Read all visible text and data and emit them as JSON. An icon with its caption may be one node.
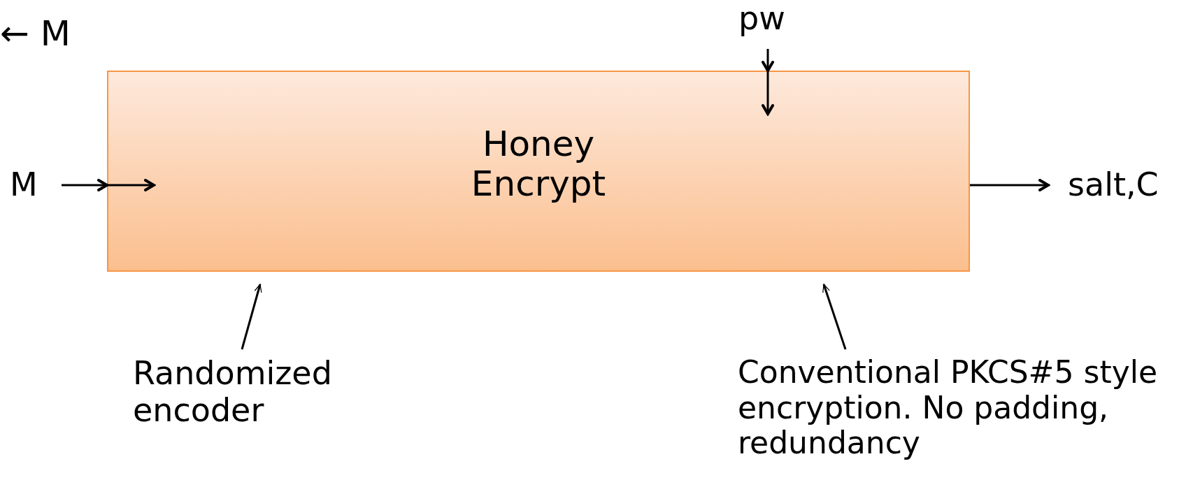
{
  "diagram": {
    "nodes": [
      {
        "text": [
          "M"
        ]
      },
      {
        "text": [
          "Honey Encrypt"
        ]
      },
      {
        "text": [
          "pw"
        ]
      },
      {
        "text": [
          "salt,C"
        ]
      },
      {
        "text": [
          "Randomized encoder"
        ]
      },
      {
        "text": [
          "Conventional PKCS#5 style encryption. No padding, redundancy"
        ]
      }
    ],
    "edges": [
      {
        "from": 0,
        "to": 1,
        "arrow": "to"
      },
      {
        "from": 2,
        "to": 1,
        "arrow": "to"
      },
      {
        "from": 1,
        "to": 3,
        "arrow": "to"
      },
      {
        "from": 4,
        "to": 1,
        "arrow": "to"
      },
      {
        "from": 5,
        "to": 1,
        "arrow": "to"
      }
    ],
    "labels": [
      "← M"
    ]
  }
}
